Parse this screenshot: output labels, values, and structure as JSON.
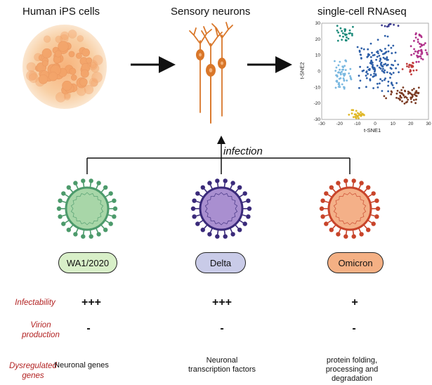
{
  "stages": {
    "ips_label": "Human iPS cells",
    "neurons_label": "Sensory neurons",
    "rnaseq_label": "single-cell RNAseq"
  },
  "infection_label": "infection",
  "tsne": {
    "xlabel": "t-SNE1",
    "ylabel": "t-SNE2",
    "xticks": [
      "-30",
      "-20",
      "-10",
      "0",
      "10",
      "20",
      "30"
    ],
    "yticks": [
      "30",
      "20",
      "10",
      "0",
      "-10",
      "-20",
      "-30"
    ]
  },
  "variants": [
    {
      "name": "WA1/2020",
      "color": "#4c9a6b",
      "fill": "#a8d6a8",
      "pill": "#d8efc8"
    },
    {
      "name": "Delta",
      "color": "#3a2a7a",
      "fill": "#a98fd0",
      "pill": "#c9cbe8"
    },
    {
      "name": "Omicron",
      "color": "#c8442a",
      "fill": "#f4b088",
      "pill": "#f4b084"
    }
  ],
  "rows": {
    "infectability_label": "Infectability",
    "virion_label": "Virion production",
    "dysreg_label": "Dysregulated genes"
  },
  "values": {
    "infectability": [
      "+++",
      "+++",
      "+"
    ],
    "virion": [
      "-",
      "-",
      "-"
    ],
    "dysregulated": [
      "Neuronal genes",
      "Neuronal transcription factors",
      "protein folding, processing and degradation"
    ]
  },
  "colors": {
    "row_label": "#b22222",
    "neuron": "#d9772a",
    "ips_cells": "#f4a86a"
  }
}
